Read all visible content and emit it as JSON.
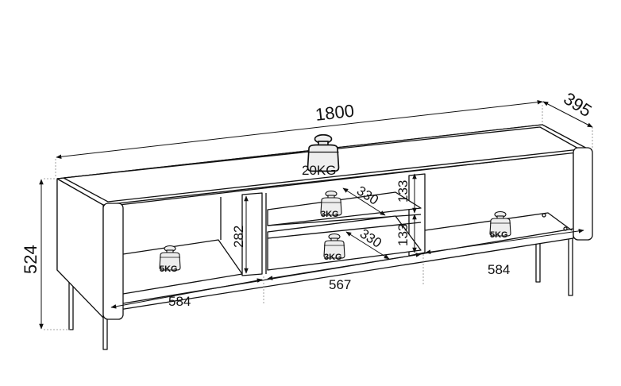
{
  "dimensions": {
    "width": "1800",
    "depth": "395",
    "height": "524",
    "left_compartment_width": "584",
    "middle_compartment_width": "567",
    "right_compartment_width": "584",
    "left_compartment_height": "282",
    "shelf_height_upper": "133",
    "shelf_height_lower": "133",
    "shelf_depth_upper": "330",
    "shelf_depth_lower": "330"
  },
  "load_limits": {
    "top": "20KG",
    "upper_shelf": "3KG",
    "lower_shelf": "3KG",
    "left_compartment": "5KG",
    "right_compartment": "5KG"
  }
}
